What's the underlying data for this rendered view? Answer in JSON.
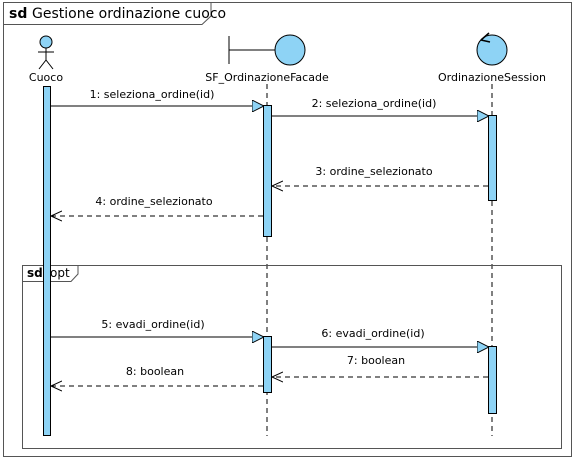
{
  "diagram": {
    "frame_keyword": "sd",
    "frame_title": "Gestione ordinazione cuoco",
    "fragment": {
      "keyword": "sd",
      "operator": "opt"
    },
    "participants": [
      {
        "id": "cuoco",
        "name": "Cuoco",
        "kind": "actor"
      },
      {
        "id": "facade",
        "name": "SF_OrdinazioneFacade",
        "kind": "boundary"
      },
      {
        "id": "session",
        "name": "OrdinazioneSession",
        "kind": "control"
      }
    ],
    "messages": [
      {
        "label": "1: seleziona_ordine(id)",
        "from": "cuoco",
        "to": "facade",
        "type": "call"
      },
      {
        "label": "2: seleziona_ordine(id)",
        "from": "facade",
        "to": "session",
        "type": "call"
      },
      {
        "label": "3: ordine_selezionato",
        "from": "session",
        "to": "facade",
        "type": "return"
      },
      {
        "label": "4: ordine_selezionato",
        "from": "facade",
        "to": "cuoco",
        "type": "return"
      },
      {
        "label": "5: evadi_ordine(id)",
        "from": "cuoco",
        "to": "facade",
        "type": "call"
      },
      {
        "label": "6: evadi_ordine(id)",
        "from": "facade",
        "to": "session",
        "type": "call"
      },
      {
        "label": "7: boolean",
        "from": "session",
        "to": "facade",
        "type": "return"
      },
      {
        "label": "8: boolean",
        "from": "facade",
        "to": "cuoco",
        "type": "return"
      }
    ],
    "colors": {
      "shape_fill": "#8ed3f5",
      "activation_fill": "#8ed3f5",
      "line": "#000000",
      "frame": "#555555",
      "header_fill": "#ffffff"
    }
  }
}
